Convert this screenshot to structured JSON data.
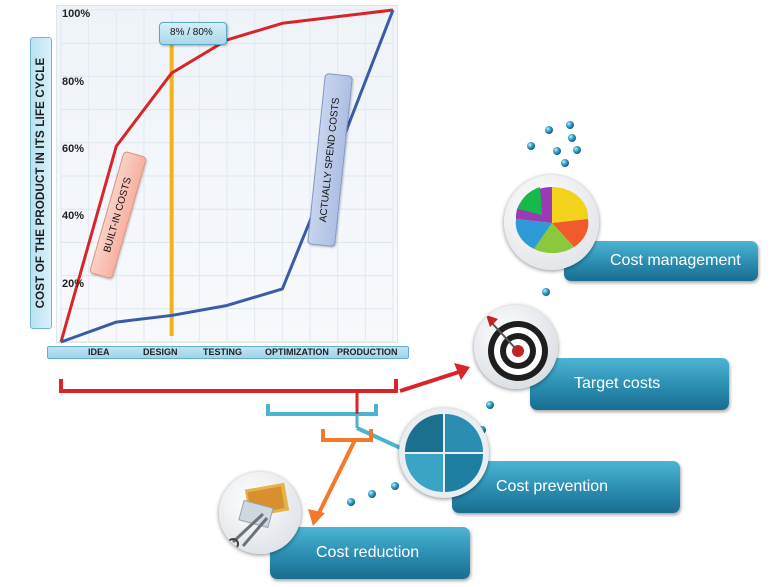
{
  "chart_data": {
    "type": "line",
    "categories": [
      "IDEA",
      "DESIGN",
      "TESTING",
      "OPTIMIZATION",
      "PRODUCTION"
    ],
    "y_ticks": [
      "100%",
      "80%",
      "60%",
      "40%",
      "20%"
    ],
    "ylabel": "COST OF THE PRODUCT IN ITS LIFE CYCLE",
    "ylim": [
      0,
      100
    ],
    "grid": true,
    "series": [
      {
        "name": "BUILT-IN COSTS",
        "color": "#d8252a",
        "x": [
          0,
          1,
          2,
          3,
          4,
          5,
          6
        ],
        "values": [
          0,
          59,
          81,
          91,
          96,
          98,
          100
        ]
      },
      {
        "name": "ACTUALLY SPEND COSTS",
        "color": "#3b5ba5",
        "x": [
          0,
          1,
          2,
          3,
          4,
          5,
          6
        ],
        "values": [
          0,
          6,
          8,
          11,
          16,
          57,
          100
        ]
      }
    ],
    "marker": {
      "label": "8% / 80%",
      "x": 2,
      "color": "#f2b21c"
    }
  },
  "cards": [
    {
      "label": "Cost management"
    },
    {
      "label": "Target costs"
    },
    {
      "label": "Cost prevention"
    },
    {
      "label": "Cost reduction"
    }
  ],
  "colors": {
    "red": "#d8252a",
    "blue": "#3b5ba5",
    "cyan": "#4bb3d2",
    "orange": "#f47a2a",
    "card": "#2a8db1"
  }
}
